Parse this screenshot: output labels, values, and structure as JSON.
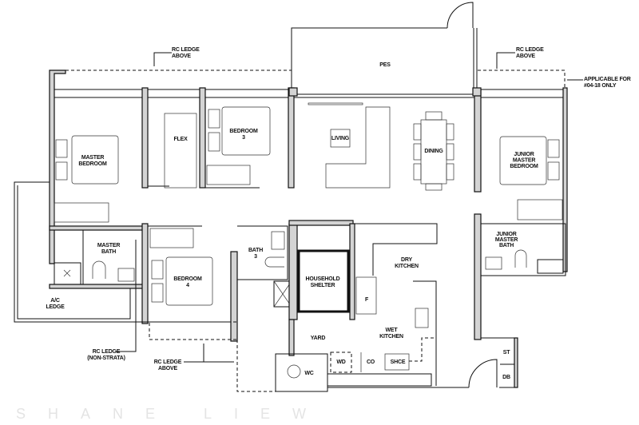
{
  "plan": {
    "watermark": "SHANE LIEW",
    "labels": {
      "rc_ledge_above_top_left": [
        "RC LEDGE",
        "ABOVE"
      ],
      "pes": "PES",
      "rc_ledge_above_top_right": [
        "RC LEDGE",
        "ABOVE"
      ],
      "applicable_note": [
        "APPLICABLE FOR",
        "#04-18 ONLY"
      ],
      "master_bedroom": [
        "MASTER",
        "BEDROOM"
      ],
      "flex": "FLEX",
      "bedroom_3": [
        "BEDROOM",
        "3"
      ],
      "living": "LIVING",
      "dining": "DINING",
      "junior_master_bedroom": [
        "JUNIOR",
        "MASTER",
        "BEDROOM"
      ],
      "master_bath": [
        "MASTER",
        "BATH"
      ],
      "bath_3": [
        "BATH",
        "3"
      ],
      "bedroom_4": [
        "BEDROOM",
        "4"
      ],
      "household_shelter": [
        "HOUSEHOLD",
        "SHELTER"
      ],
      "dry_kitchen": [
        "DRY",
        "KITCHEN"
      ],
      "fridge": "F",
      "junior_master_bath": [
        "JUNIOR",
        "MASTER",
        "BATH"
      ],
      "ac_ledge": [
        "A/C",
        "LEDGE"
      ],
      "rc_ledge_non_strata": [
        "RC LEDGE",
        "(NON-STRATA)"
      ],
      "rc_ledge_above_bottom": [
        "RC LEDGE",
        "ABOVE"
      ],
      "yard": "YARD",
      "wet_kitchen": [
        "WET",
        "KITCHEN"
      ],
      "wc": "WC",
      "wd": "WD",
      "co": "CO",
      "shce": "SHCE",
      "st": "ST",
      "db": "DB"
    }
  }
}
